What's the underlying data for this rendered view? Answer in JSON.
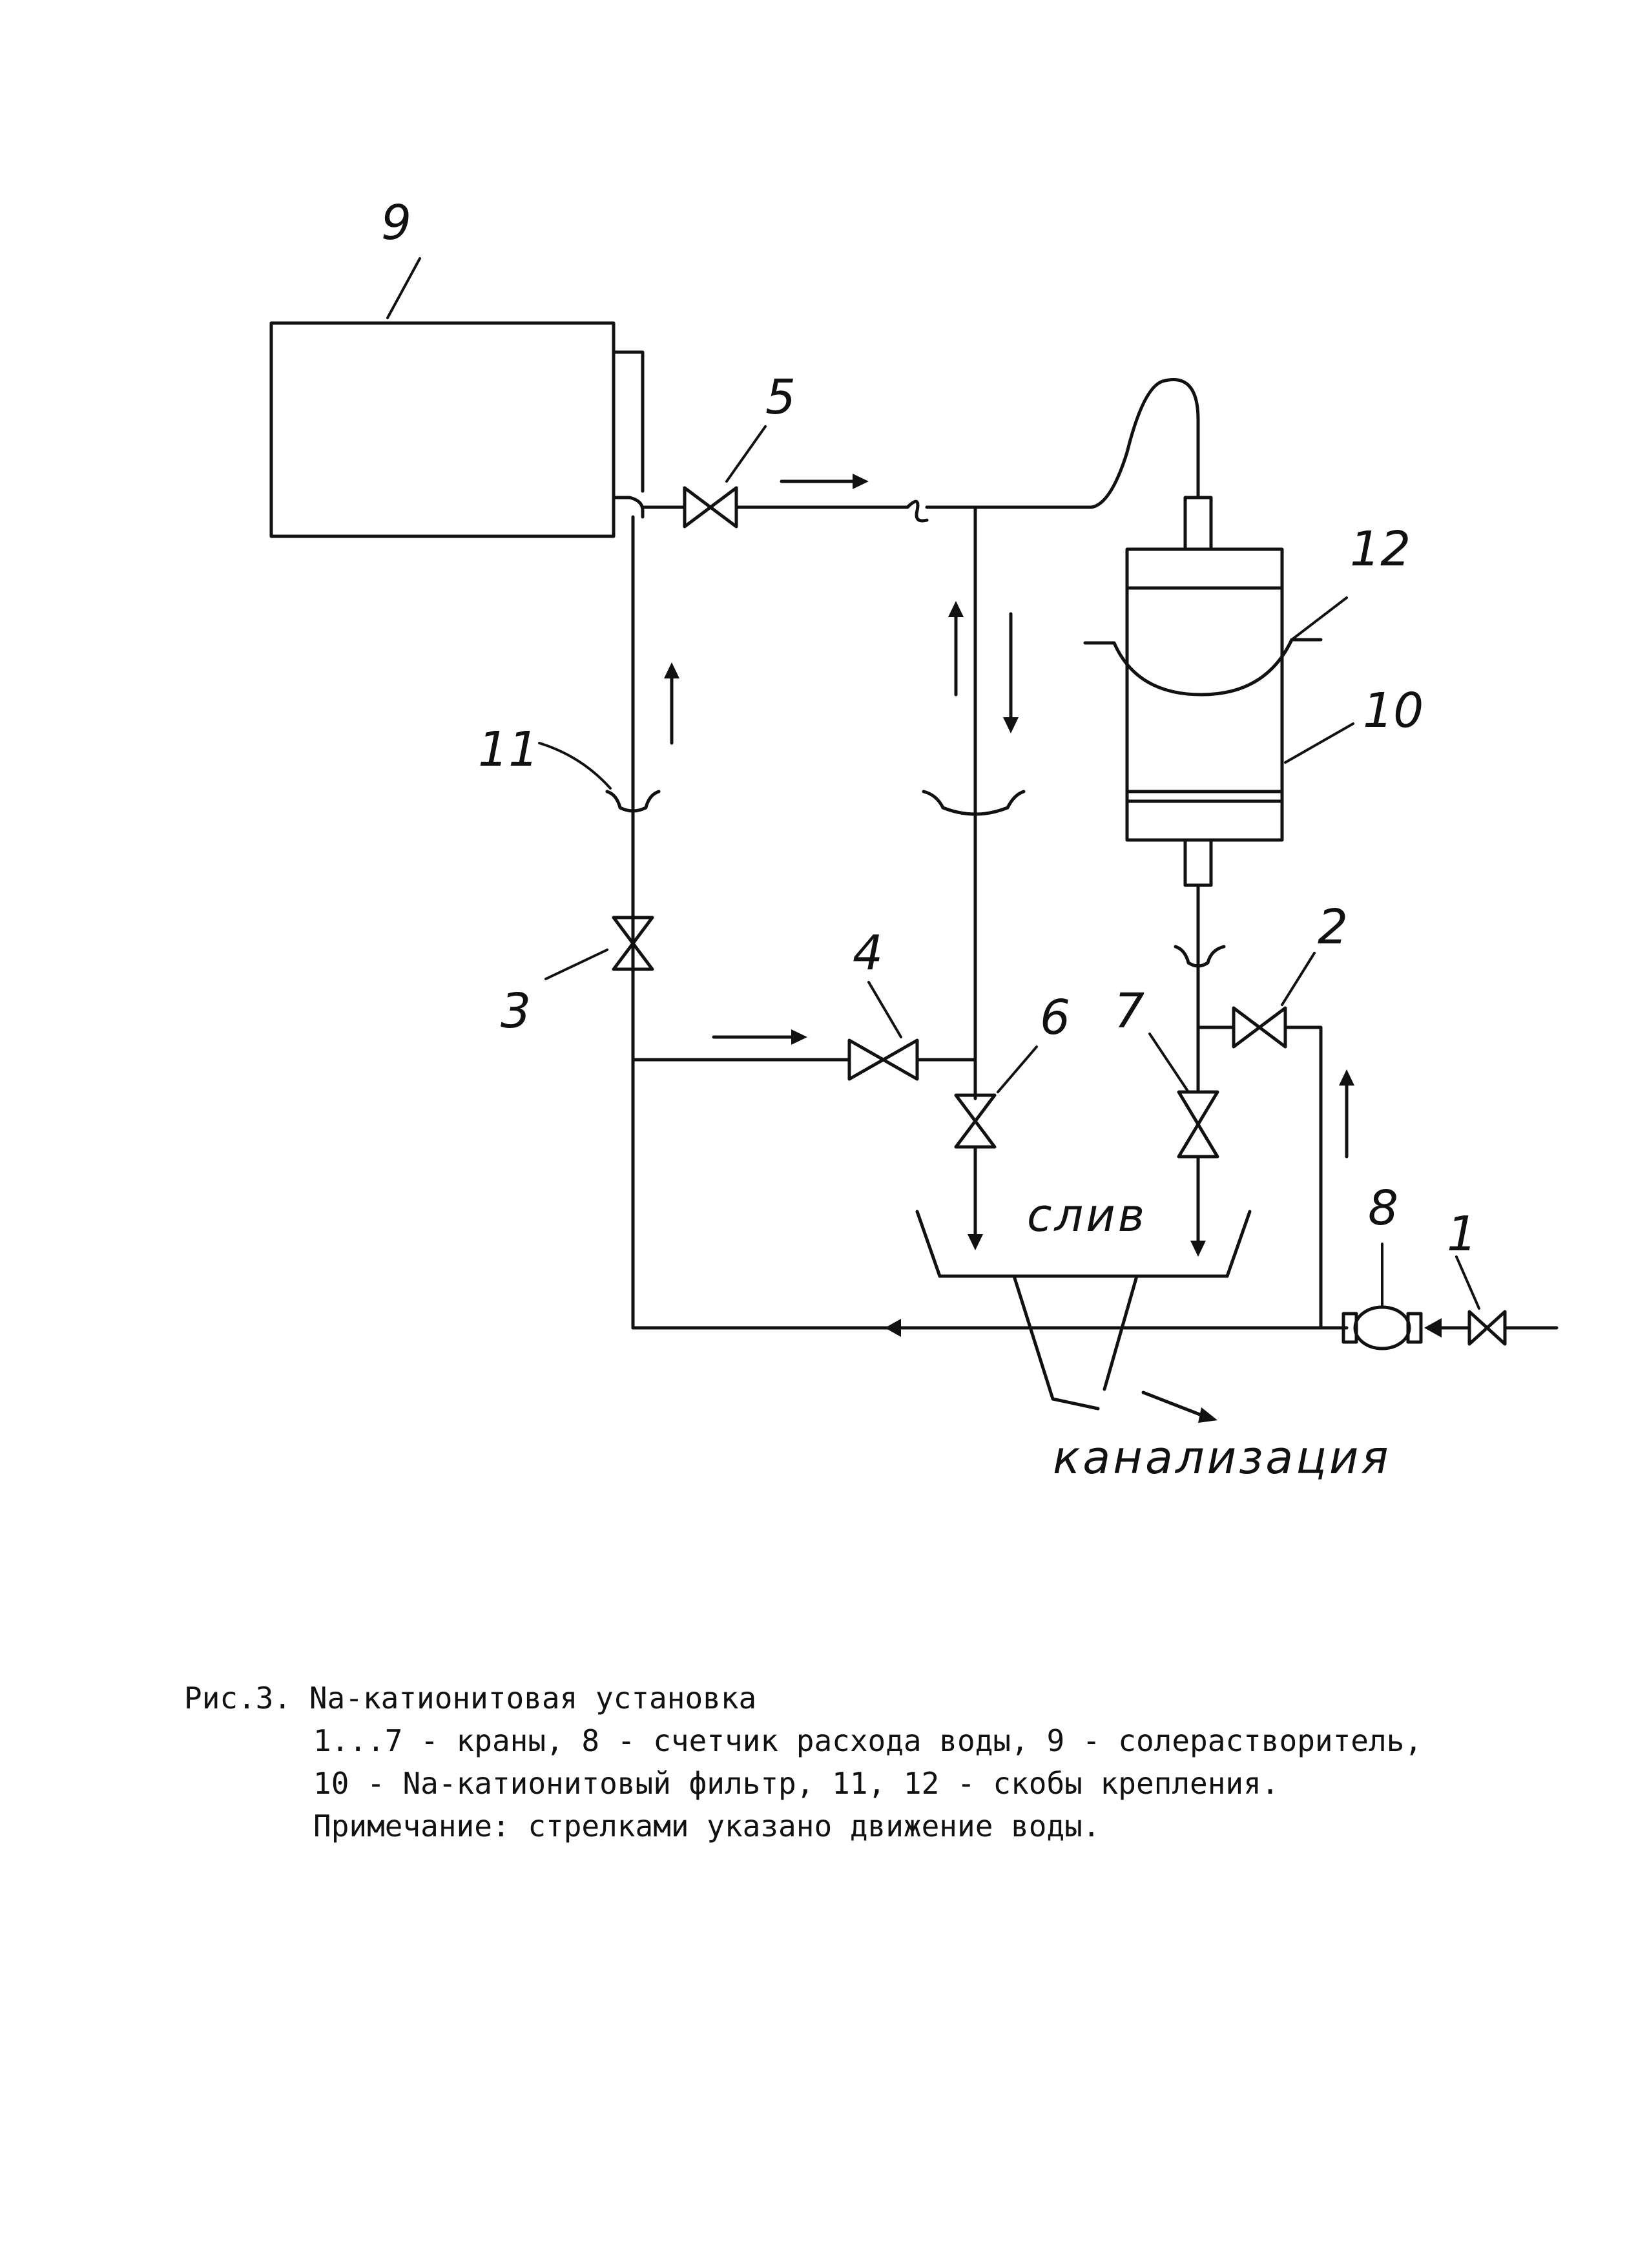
{
  "diagram": {
    "labels": {
      "n1": "1",
      "n2": "2",
      "n3": "3",
      "n4": "4",
      "n5": "5",
      "n6": "6",
      "n7": "7",
      "n8": "8",
      "n9": "9",
      "n10": "10",
      "n11": "11",
      "n12": "12"
    },
    "drain_label": "слив",
    "sewer_label": "канализация"
  },
  "caption": {
    "title": "Рис.3. Na-катионитовая установка",
    "line1": "1...7 - краны,  8 - счетчик расхода воды, 9 - солерастворитель,",
    "line2": "10 - Na-катионитовый фильтр, 11, 12 - скобы крепления.",
    "line3": "Примечание: стрелками указано движение воды."
  }
}
